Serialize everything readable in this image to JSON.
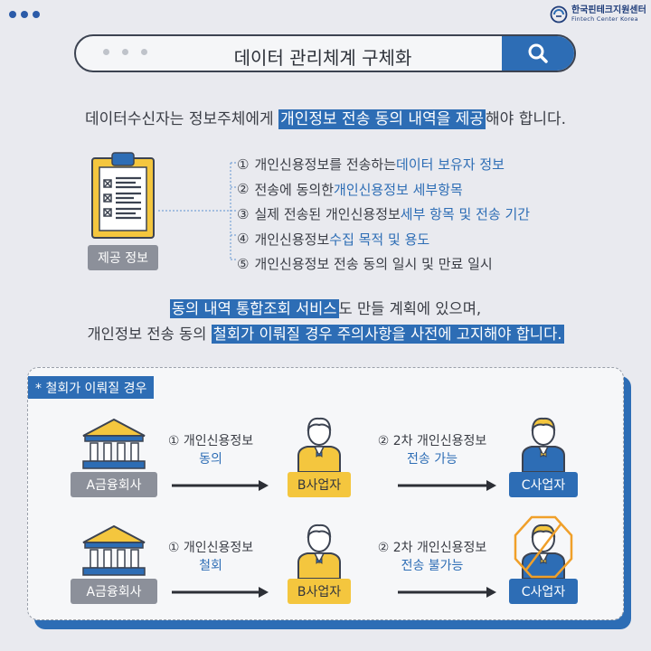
{
  "logo": {
    "ko": "한국핀테크지원센터",
    "en": "Fintech Center Korea"
  },
  "search": {
    "title": "데이터 관리체계 구체화"
  },
  "intro": {
    "pre": "데이터수신자는 정보주체에게 ",
    "highlight": "개인정보 전송 동의 내역을 제공",
    "post": "해야 합니다."
  },
  "provide_label": "제공 정보",
  "items": [
    {
      "num": "①",
      "text": "개인신용정보를 전송하는 ",
      "bold": "데이터 보유자 정보"
    },
    {
      "num": "②",
      "text": "전송에 동의한 ",
      "bold": "개인신용정보 세부항목"
    },
    {
      "num": "③",
      "text": "실제 전송된 개인신용정보 ",
      "bold": "세부 항목 및 전송 기간"
    },
    {
      "num": "④",
      "text": "개인신용정보 ",
      "bold": "수집 목적 및 용도"
    },
    {
      "num": "⑤",
      "text": "개인신용정보 전송 동의 일시 및 만료 일시",
      "bold": ""
    }
  ],
  "mid": {
    "line1_hl": "동의 내역 통합조회 서비스",
    "line1_rest": "도 만들 계획에 있으며,",
    "line2_pre": "개인정보 전송 동의 ",
    "line2_hl": "철회가 이뤄질 경우 주의사항을 사전에 고지해야 합니다."
  },
  "box_tag": "* 철회가 이뤄질 경우",
  "rows": [
    {
      "a": "A금융회사",
      "s1": "① 개인신용정보",
      "s1b": "동의",
      "b": "B사업자",
      "s2": "② 2차 개인신용정보",
      "s2b": "전송 가능",
      "c": "C사업자"
    },
    {
      "a": "A금융회사",
      "s1": "① 개인신용정보",
      "s1b": "철회",
      "b": "B사업자",
      "s2": "② 2차 개인신용정보",
      "s2b": "전송 불가능",
      "c": "C사업자"
    }
  ],
  "colors": {
    "accent": "#2d6db5",
    "yellow": "#f4c63e",
    "gray": "#8c909a",
    "background": "#e9eaef"
  }
}
